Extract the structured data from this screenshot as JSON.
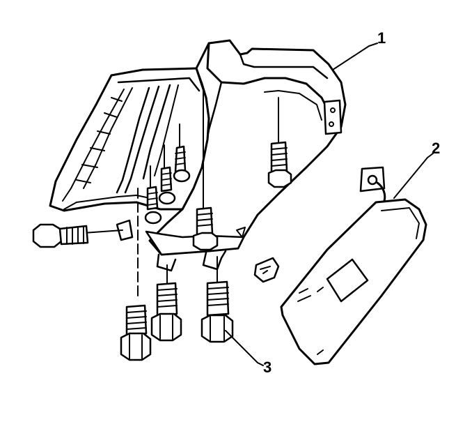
{
  "diagram": {
    "colors": {
      "ink": "#000000",
      "paper": "#ffffff"
    },
    "callouts": [
      {
        "id": "1",
        "label": "1",
        "part": "overhead-console-housing"
      },
      {
        "id": "2",
        "label": "2",
        "part": "sunshade"
      },
      {
        "id": "3",
        "label": "3",
        "part": "bolt"
      }
    ]
  }
}
